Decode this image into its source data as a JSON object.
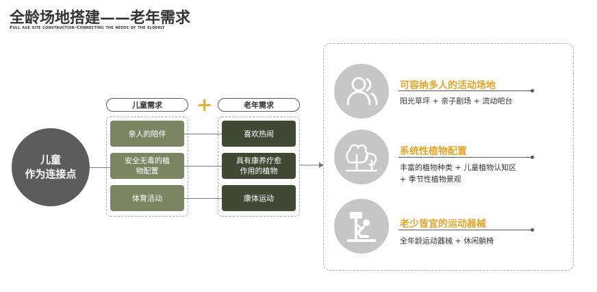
{
  "header": {
    "title": "全龄场地搭建——老年需求",
    "subtitle": "Full age site construction-Connecting the needs of the elderly"
  },
  "center": {
    "line1": "儿童",
    "line2": "作为连接点"
  },
  "columns": {
    "child_header": "儿童需求",
    "plus": "+",
    "elder_header": "老年需求"
  },
  "child_needs": [
    "亲人的陪伴",
    "安全无毒的植\n物配置",
    "体育活动"
  ],
  "elder_needs": [
    "喜欢热闹",
    "具有康养疗愈\n作用的植物",
    "康体运动"
  ],
  "features": [
    {
      "title": "可容纳多人的活动场地",
      "desc": [
        "阳光草坪 + 亲子剧场 + 流动吧台"
      ],
      "icon": "people-icon"
    },
    {
      "title": "系统性植物配置",
      "desc": [
        "丰富的植物种类 + 儿童植物认知区",
        "+ 季节性植物景观"
      ],
      "icon": "trees-icon"
    },
    {
      "title": "老少皆宜的运动器械",
      "desc": [
        "全年龄运动器械 + 休闲躺椅"
      ],
      "icon": "exercise-icon"
    }
  ],
  "colors": {
    "child_cell": "#7b8562",
    "elder_cell": "#3f4a35",
    "accent": "#e2a52a",
    "circle": "#5c5c5c",
    "icon_bg": "#c6c6c6"
  }
}
